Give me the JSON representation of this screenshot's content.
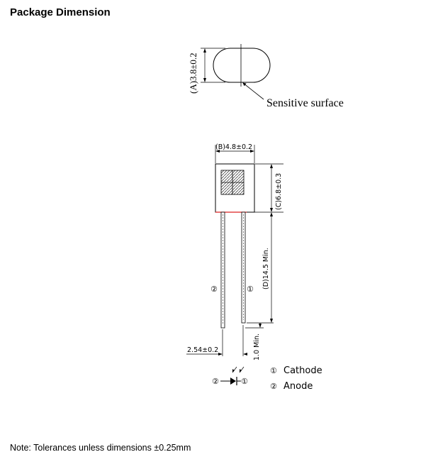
{
  "page_title": "Package Dimension",
  "top_view": {
    "dim_a": "(A)3.8±0.2",
    "sensitive_label": "Sensitive surface"
  },
  "front_view": {
    "dim_b": "(B)4.8±0.2",
    "dim_c": "(C)6.8±0.3",
    "dim_d": "(D)14.5 Min.",
    "lead_pitch": "2.54±0.2",
    "lead_tip": "1.0 Min.",
    "lead_left_marker": "②",
    "lead_right_marker": "①"
  },
  "legend": {
    "cathode_marker": "①",
    "cathode_label": "Cathode",
    "anode_marker": "②",
    "anode_label": "Anode",
    "symbol_left_marker": "②",
    "symbol_right_marker": "①"
  },
  "footer_note": "Note: Tolerances unless dimensions ±0.25mm"
}
